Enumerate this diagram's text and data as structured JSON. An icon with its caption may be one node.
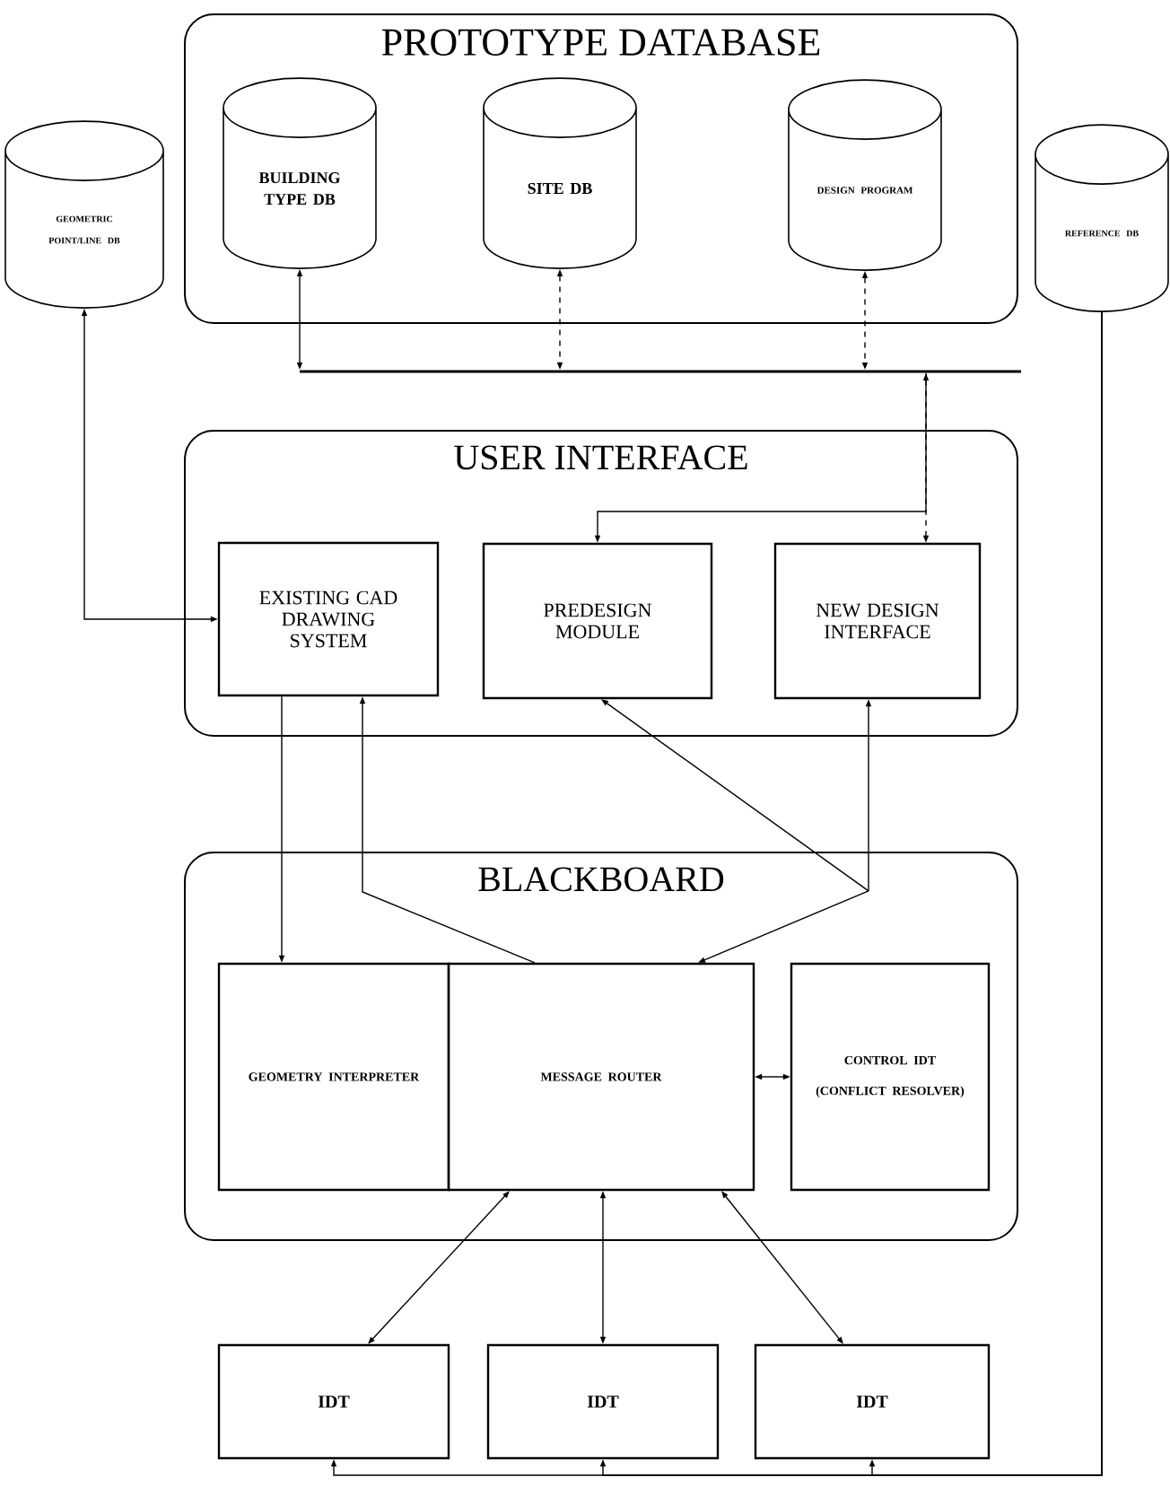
{
  "diagram": {
    "nodes": [
      {
        "text": [
          "PROTOTYPE DATABASE"
        ]
      },
      {
        "text": [
          "BUILDING TYPE DB"
        ],
        "in": 0
      },
      {
        "text": [
          "SITE DB"
        ],
        "in": 0
      },
      {
        "text": [
          "DESIGN PROGRAM"
        ],
        "in": 0
      },
      {
        "text": [
          "GEOMETRIC POINT/LINE DB"
        ]
      },
      {
        "text": [
          "REFERENCE DB"
        ]
      },
      {
        "text": [],
        "shape": "bar"
      },
      {
        "text": [
          "USER INTERFACE"
        ]
      },
      {
        "text": [
          "EXISTING CAD DRAWING SYSTEM"
        ],
        "in": 7
      },
      {
        "text": [
          "PREDESIGN MODULE"
        ],
        "in": 7
      },
      {
        "text": [
          "NEW DESIGN INTERFACE"
        ],
        "in": 7
      },
      {
        "text": [
          "BLACKBOARD"
        ]
      },
      {
        "text": [
          "GEOMETRY INTERPRETER"
        ],
        "in": 11
      },
      {
        "text": [
          "MESSAGE ROUTER"
        ],
        "in": 11
      },
      {
        "text": [
          "CONTROL IDT",
          "(CONFLICT RESOLVER)"
        ],
        "in": 11
      },
      {
        "text": [
          "IDT"
        ]
      },
      {
        "text": [
          "IDT"
        ]
      },
      {
        "text": [
          "IDT"
        ]
      }
    ],
    "edges": [
      {
        "from": 1,
        "to": 6,
        "arrow": "both"
      },
      {
        "from": 2,
        "to": 6,
        "arrow": "both",
        "style": "dashed"
      },
      {
        "from": 3,
        "to": 6,
        "arrow": "both",
        "style": "dashed"
      },
      {
        "from": 6,
        "to": 10,
        "arrow": "both",
        "style": "dashed"
      },
      {
        "from": 6,
        "to": 9,
        "arrow": "to"
      },
      {
        "from": 4,
        "to": 8,
        "arrow": "both"
      },
      {
        "from": 8,
        "to": 12,
        "arrow": "to"
      },
      {
        "from": 13,
        "to": 8,
        "arrow": "to"
      },
      {
        "from": 9,
        "to": 13,
        "arrow": "both"
      },
      {
        "from": 10,
        "to": 13,
        "arrow": "both"
      },
      {
        "from": 13,
        "to": 14,
        "arrow": "both"
      },
      {
        "from": 13,
        "to": 15,
        "arrow": "both"
      },
      {
        "from": 13,
        "to": 16,
        "arrow": "both"
      },
      {
        "from": 13,
        "to": 17,
        "arrow": "both"
      },
      {
        "from": 5,
        "to": 15,
        "arrow": "to"
      },
      {
        "from": 5,
        "to": 16,
        "arrow": "to"
      },
      {
        "from": 5,
        "to": 17,
        "arrow": "to"
      }
    ]
  }
}
